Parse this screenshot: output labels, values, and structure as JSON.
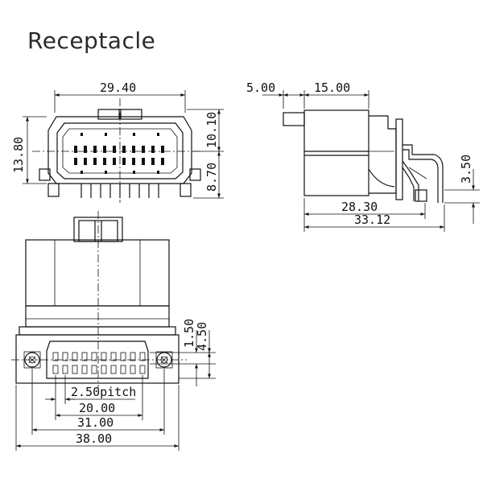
{
  "title": "Receptacle",
  "front_view": {
    "width_dim": "29.40",
    "height_dim": "13.80",
    "upper_dim": "10.10",
    "lower_dim": "8.70"
  },
  "side_view": {
    "dim_a": "5.00",
    "dim_b": "15.00",
    "dim_c": "3.50",
    "dim_d": "28.30",
    "dim_e": "33.12"
  },
  "bottom_view": {
    "dim_a": "1.50",
    "dim_b": "4.50",
    "pitch": "2.50pitch",
    "dim_c": "20.00",
    "dim_d": "31.00",
    "dim_e": "38.00"
  }
}
